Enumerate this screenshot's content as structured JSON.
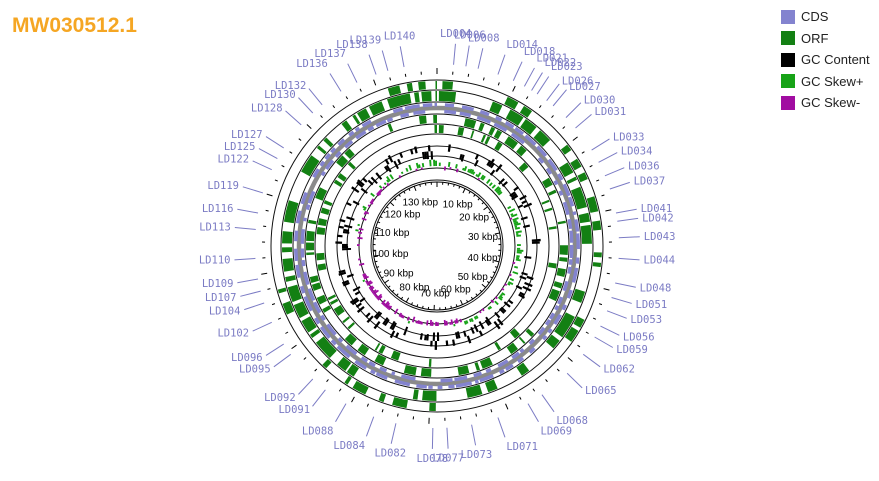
{
  "title": "MW030512.1",
  "legend": [
    {
      "label": "CDS",
      "color": "#8383cf"
    },
    {
      "label": "ORF",
      "color": "#138013"
    },
    {
      "label": "GC Content",
      "color": "#000000"
    },
    {
      "label": "GC Skew+",
      "color": "#17a317"
    },
    {
      "label": "GC Skew-",
      "color": "#a10da1"
    }
  ],
  "colors": {
    "cds": "#8383cf",
    "orf": "#138013",
    "gc": "#000000",
    "skew_plus": "#17a317",
    "skew_minus": "#a10da1",
    "backbone": "#8a8a8a",
    "label": "#7b7bc4"
  },
  "genome": {
    "length_kbp": 138,
    "tick_labels": [
      "10 kbp",
      "20 kbp",
      "30 kbp",
      "40 kbp",
      "50 kbp",
      "60 kbp",
      "70 kbp",
      "80 kbp",
      "90 kbp",
      "100 kbp",
      "110 kbp",
      "120 kbp",
      "130 kbp"
    ],
    "tick_positions_kbp": [
      10,
      20,
      30,
      40,
      50,
      60,
      70,
      80,
      90,
      100,
      110,
      120,
      130
    ]
  },
  "gene_labels": [
    {
      "name": "LD004",
      "kbp": 2
    },
    {
      "name": "LD006",
      "kbp": 3.5
    },
    {
      "name": "LD008",
      "kbp": 5
    },
    {
      "name": "LD014",
      "kbp": 7.5
    },
    {
      "name": "LD018",
      "kbp": 9.5
    },
    {
      "name": "LD021",
      "kbp": 11
    },
    {
      "name": "LD022",
      "kbp": 12
    },
    {
      "name": "LD023",
      "kbp": 12.8
    },
    {
      "name": "LD026",
      "kbp": 14.2
    },
    {
      "name": "LD027",
      "kbp": 15.2
    },
    {
      "name": "LD030",
      "kbp": 17.3
    },
    {
      "name": "LD031",
      "kbp": 19
    },
    {
      "name": "LD033",
      "kbp": 22.3
    },
    {
      "name": "LD034",
      "kbp": 24
    },
    {
      "name": "LD036",
      "kbp": 25.8
    },
    {
      "name": "LD037",
      "kbp": 27.5
    },
    {
      "name": "LD041",
      "kbp": 30.5
    },
    {
      "name": "LD042",
      "kbp": 31.5
    },
    {
      "name": "LD043",
      "kbp": 33.5
    },
    {
      "name": "LD044",
      "kbp": 36
    },
    {
      "name": "LD048",
      "kbp": 39
    },
    {
      "name": "LD051",
      "kbp": 40.8
    },
    {
      "name": "LD053",
      "kbp": 42.5
    },
    {
      "name": "LD056",
      "kbp": 44.5
    },
    {
      "name": "LD059",
      "kbp": 46
    },
    {
      "name": "LD062",
      "kbp": 48.5
    },
    {
      "name": "LD065",
      "kbp": 51.5
    },
    {
      "name": "LD068",
      "kbp": 55.5
    },
    {
      "name": "LD069",
      "kbp": 57.5
    },
    {
      "name": "LD071",
      "kbp": 61.5
    },
    {
      "name": "LD073",
      "kbp": 64.8
    },
    {
      "name": "LD077",
      "kbp": 67.8
    },
    {
      "name": "LD078",
      "kbp": 69.5
    },
    {
      "name": "LD082",
      "kbp": 74
    },
    {
      "name": "LD084",
      "kbp": 76.8
    },
    {
      "name": "LD088",
      "kbp": 80.5
    },
    {
      "name": "LD091",
      "kbp": 83.5
    },
    {
      "name": "LD092",
      "kbp": 85.5
    },
    {
      "name": "LD095",
      "kbp": 89.5
    },
    {
      "name": "LD096",
      "kbp": 91
    },
    {
      "name": "LD102",
      "kbp": 94
    },
    {
      "name": "LD104",
      "kbp": 96.5
    },
    {
      "name": "LD107",
      "kbp": 98
    },
    {
      "name": "LD109",
      "kbp": 99.5
    },
    {
      "name": "LD110",
      "kbp": 102
    },
    {
      "name": "LD113",
      "kbp": 105.5
    },
    {
      "name": "LD116",
      "kbp": 107.5
    },
    {
      "name": "LD119",
      "kbp": 110
    },
    {
      "name": "LD122",
      "kbp": 113
    },
    {
      "name": "LD125",
      "kbp": 114.5
    },
    {
      "name": "LD127",
      "kbp": 116
    },
    {
      "name": "LD128",
      "kbp": 119.5
    },
    {
      "name": "LD130",
      "kbp": 121.5
    },
    {
      "name": "LD132",
      "kbp": 123
    },
    {
      "name": "LD136",
      "kbp": 125.8
    },
    {
      "name": "LD137",
      "kbp": 128
    },
    {
      "name": "LD138",
      "kbp": 130.5
    },
    {
      "name": "LD139",
      "kbp": 132
    },
    {
      "name": "LD140",
      "kbp": 134
    }
  ]
}
